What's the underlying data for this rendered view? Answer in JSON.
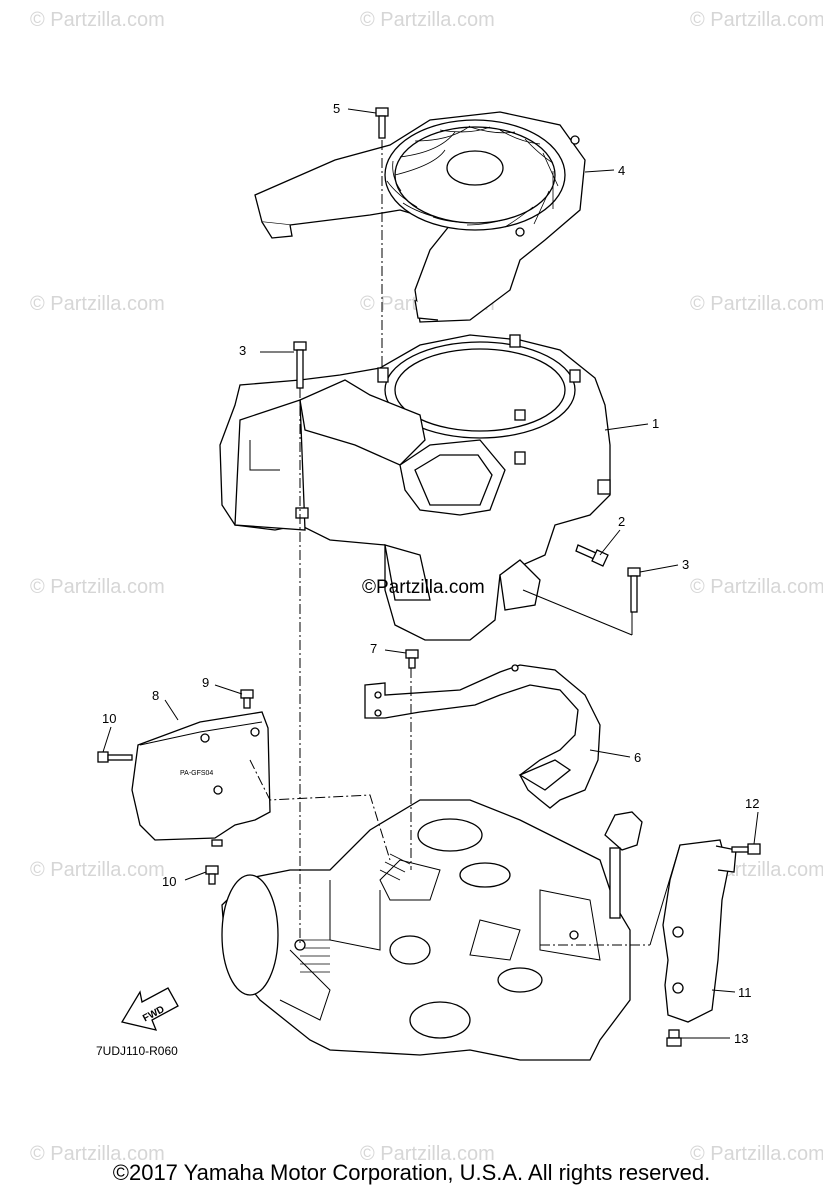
{
  "watermarks": {
    "text": "© Partzilla.com",
    "center_text": "©Partzilla.com"
  },
  "callouts": [
    {
      "id": "c5",
      "label": "5"
    },
    {
      "id": "c4",
      "label": "4"
    },
    {
      "id": "c3a",
      "label": "3"
    },
    {
      "id": "c1",
      "label": "1"
    },
    {
      "id": "c2",
      "label": "2"
    },
    {
      "id": "c3b",
      "label": "3"
    },
    {
      "id": "c7",
      "label": "7"
    },
    {
      "id": "c9",
      "label": "9"
    },
    {
      "id": "c8",
      "label": "8"
    },
    {
      "id": "c10a",
      "label": "10"
    },
    {
      "id": "c6",
      "label": "6"
    },
    {
      "id": "c12",
      "label": "12"
    },
    {
      "id": "c10b",
      "label": "10"
    },
    {
      "id": "c11",
      "label": "11"
    },
    {
      "id": "c13",
      "label": "13"
    }
  ],
  "diagram_code": "7UDJ110-R060",
  "fwd_label": "FWD",
  "cover_label": "PA-GFS04",
  "copyright": "©2017  Yamaha Motor Corporation, U.S.A. All rights reserved."
}
